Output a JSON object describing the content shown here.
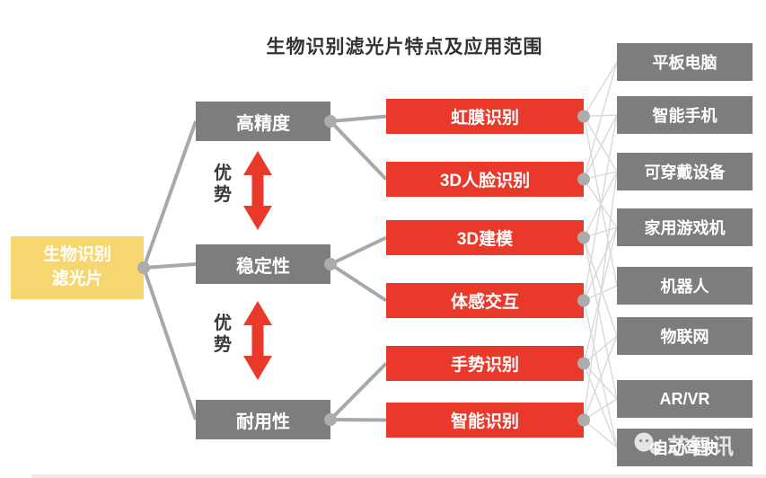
{
  "title": "生物识别滤光片特点及应用范围",
  "root": {
    "label": "生物识别\n滤光片"
  },
  "features": [
    {
      "id": "feat-0",
      "label": "高精度"
    },
    {
      "id": "feat-1",
      "label": "稳定性"
    },
    {
      "id": "feat-2",
      "label": "耐用性"
    }
  ],
  "advantage": {
    "label": "优\n势"
  },
  "applications": [
    {
      "id": "app-0",
      "label": "虹膜识别"
    },
    {
      "id": "app-1",
      "label": "3D人脸识别"
    },
    {
      "id": "app-2",
      "label": "3D建模"
    },
    {
      "id": "app-3",
      "label": "体感交互"
    },
    {
      "id": "app-4",
      "label": "手势识别"
    },
    {
      "id": "app-5",
      "label": "智能识别"
    }
  ],
  "devices": [
    {
      "id": "dev-0",
      "label": "平板电脑"
    },
    {
      "id": "dev-1",
      "label": "智能手机"
    },
    {
      "id": "dev-2",
      "label": "可穿戴设备"
    },
    {
      "id": "dev-3",
      "label": "家用游戏机"
    },
    {
      "id": "dev-4",
      "label": "机器人"
    },
    {
      "id": "dev-5",
      "label": "物联网"
    },
    {
      "id": "dev-6",
      "label": "AR/VR"
    },
    {
      "id": "dev-7",
      "label": "自动驾驶"
    }
  ],
  "watermark": {
    "text": "芯智讯"
  },
  "colors": {
    "red": "#e8392b",
    "gray": "#7d7d7d",
    "yellow": "#f6d76f",
    "connector": "#a8a8a8",
    "web": "#d9d9d9",
    "dot": "#acacac",
    "accent_bar": "#f3e6e6"
  },
  "connections": {
    "thick": [
      [
        "node-root",
        "feat-0"
      ],
      [
        "node-root",
        "feat-1"
      ],
      [
        "node-root",
        "feat-2"
      ],
      [
        "feat-0",
        "app-0"
      ],
      [
        "feat-0",
        "app-1"
      ],
      [
        "feat-1",
        "app-2"
      ],
      [
        "feat-1",
        "app-3"
      ],
      [
        "feat-2",
        "app-4"
      ],
      [
        "feat-2",
        "app-5"
      ]
    ],
    "web": [
      [
        "app-0",
        "dev-0"
      ],
      [
        "app-0",
        "dev-1"
      ],
      [
        "app-0",
        "dev-2"
      ],
      [
        "app-0",
        "dev-4"
      ],
      [
        "app-1",
        "dev-0"
      ],
      [
        "app-1",
        "dev-1"
      ],
      [
        "app-1",
        "dev-2"
      ],
      [
        "app-1",
        "dev-3"
      ],
      [
        "app-2",
        "dev-2"
      ],
      [
        "app-2",
        "dev-3"
      ],
      [
        "app-2",
        "dev-5"
      ],
      [
        "app-2",
        "dev-6"
      ],
      [
        "app-3",
        "dev-1"
      ],
      [
        "app-3",
        "dev-3"
      ],
      [
        "app-3",
        "dev-4"
      ],
      [
        "app-3",
        "dev-7"
      ],
      [
        "app-4",
        "dev-3"
      ],
      [
        "app-4",
        "dev-5"
      ],
      [
        "app-4",
        "dev-6"
      ],
      [
        "app-4",
        "dev-7"
      ],
      [
        "app-5",
        "dev-2"
      ],
      [
        "app-5",
        "dev-5"
      ],
      [
        "app-5",
        "dev-6"
      ],
      [
        "app-5",
        "dev-7"
      ]
    ],
    "dots": [
      "node-root",
      "feat-0",
      "feat-1",
      "feat-2",
      "app-0",
      "app-1",
      "app-2",
      "app-3",
      "app-4",
      "app-5"
    ]
  }
}
